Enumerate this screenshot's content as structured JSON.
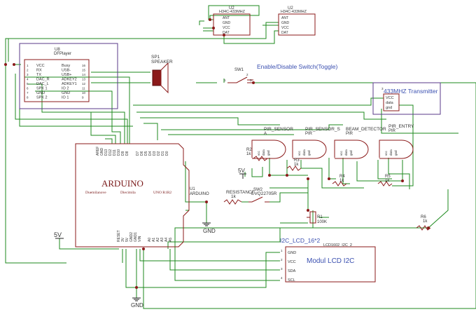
{
  "u2a": {
    "ref": "U2",
    "name": "H34C-433MHZ",
    "pins": [
      "ANT",
      "GND",
      "VCC",
      "DAT"
    ]
  },
  "u2b": {
    "ref": "U2",
    "name": "H34C-433MHZ",
    "pins": [
      "ANT",
      "GND",
      "VCC",
      "DAT"
    ]
  },
  "u8": {
    "ref": "U8",
    "name": "DFPlayer",
    "left_pins": [
      "VCC",
      "RX",
      "TX",
      "DAC_R",
      "DAC_L",
      "SPK 1",
      "GND",
      "SPK 2"
    ],
    "right_pins": [
      "Busy",
      "USB-",
      "USB+",
      "ADKEY2",
      "ADKEY1",
      "IO 2",
      "GND",
      "IO 1"
    ],
    "left_nums": [
      "1",
      "2",
      "3",
      "4",
      "5",
      "6",
      "7",
      "8"
    ],
    "right_nums": [
      "16",
      "15",
      "14",
      "13",
      "12",
      "11",
      "10",
      "9"
    ]
  },
  "sp1": {
    "ref": "SP1",
    "name": "SPEAKER"
  },
  "sw1": {
    "ref": "SW1",
    "caption": "Enable/Disable Switch(Toggle)",
    "pins": [
      "1",
      "2",
      "3"
    ]
  },
  "tx": {
    "title": "433MHZ Transmitter",
    "pins": [
      "VCC",
      "data",
      "gnd"
    ],
    "num": "3"
  },
  "pir": [
    {
      "name": "PIR_SENSOR",
      "sub": "A",
      "pins": [
        "vcc",
        "data",
        "gnd"
      ]
    },
    {
      "name": "PIR_SENSOR_S",
      "sub": "PIR",
      "pins": [
        "vcc",
        "data",
        "gnd"
      ]
    },
    {
      "name": "BEAM_DETECTOR",
      "sub": "PIR",
      "pins": [
        "vcc",
        "data",
        "gnd"
      ]
    },
    {
      "name": "PIR_ENTRY",
      "sub": "PIR",
      "pins": [
        "vcc",
        "data",
        "gnd"
      ]
    }
  ],
  "resistors": {
    "r2": {
      "ref": "R2",
      "val": "1k"
    },
    "r3": {
      "ref": "R3",
      "val": "1k"
    },
    "r4": {
      "ref": "R4",
      "val": "1k"
    },
    "r5": {
      "ref": "R5",
      "val": "1k"
    },
    "r1": {
      "ref": "R1",
      "val": "100K"
    },
    "r6": {
      "ref": "R6",
      "val": "1k"
    },
    "rr": {
      "ref": "RESISTANCE",
      "val": "1k"
    }
  },
  "switch2": {
    "ref": "SW2",
    "name": "EVQ22705R"
  },
  "arduino": {
    "title": "ARDUINO",
    "ref": "U1",
    "name": "ARDUINO",
    "variants": [
      "Duemilanove",
      "Diecimila",
      "UNO R1R2"
    ],
    "top_pins": [
      "AREF",
      "GND",
      "D13",
      "D12",
      "D11",
      "D10",
      "D9",
      "D8",
      "D7",
      "D6",
      "D5",
      "D4",
      "D3",
      "D2",
      "D1",
      "D0"
    ],
    "bottom_pins": [
      "RESET",
      "3V",
      "5V",
      "GND2",
      "GND1",
      "VIN",
      "A0",
      "A1",
      "A2",
      "A3",
      "A4",
      "A5"
    ]
  },
  "lcd": {
    "title": "I2C_LCD_16*2",
    "subtitle": "LCD1602_I2C_2",
    "label": "Modul LCD I2C",
    "pins": [
      "GND",
      "VCC",
      "SDA",
      "SCL"
    ],
    "nums": [
      "1",
      "2",
      "3",
      "4"
    ]
  },
  "power": {
    "v5_a": "5V",
    "v5_b": "5V",
    "gnd_a": "GND",
    "gnd_b": "GND"
  }
}
